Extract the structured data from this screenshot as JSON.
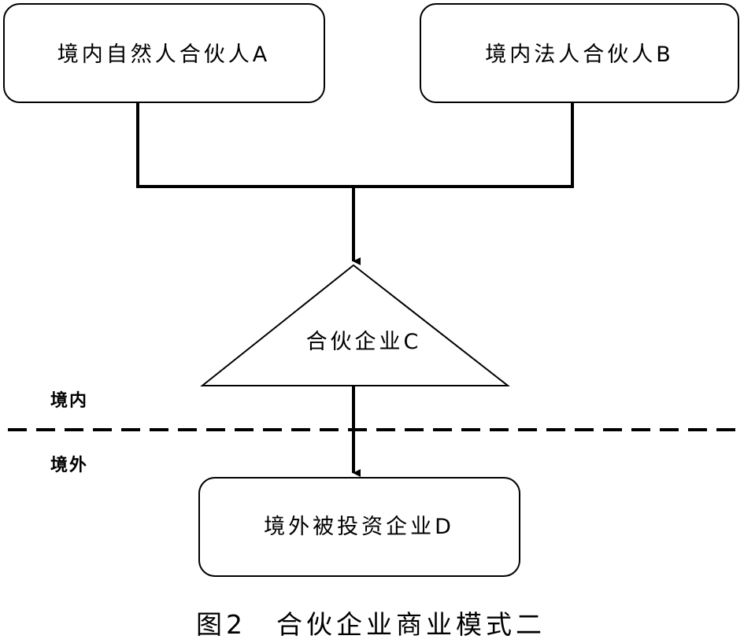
{
  "nodes": {
    "partner_a": "境内自然人合伙人A",
    "partner_b": "境内法人合伙人B",
    "partnership_c": "合伙企业C",
    "investee_d": "境外被投资企业D"
  },
  "zones": {
    "domestic": "境内",
    "overseas": "境外"
  },
  "caption": "图2　合伙企业商业模式二"
}
